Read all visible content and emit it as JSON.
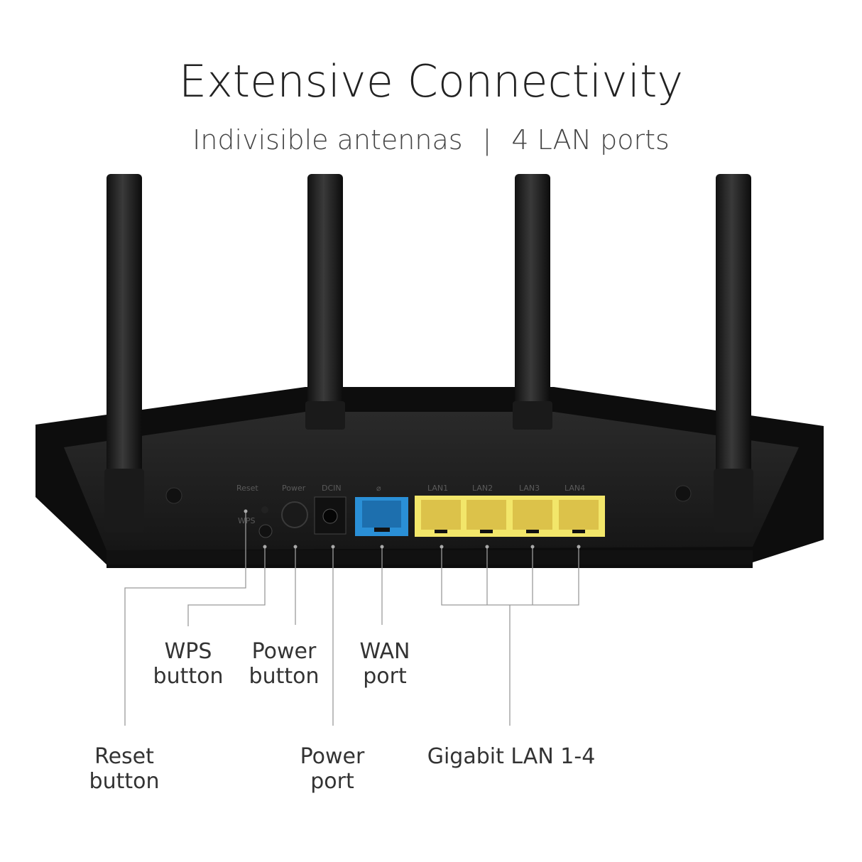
{
  "header": {
    "title": "Extensive Connectivity",
    "subtitle_left": "Indivisible antennas",
    "subtitle_separator": "|",
    "subtitle_right": "4 LAN ports"
  },
  "device_labels": {
    "reset": "Reset",
    "wps": "WPS",
    "power": "Power",
    "dcin": "DCIN",
    "lan1": "LAN1",
    "lan2": "LAN2",
    "lan3": "LAN3",
    "lan4": "LAN4"
  },
  "callouts": {
    "wps_button": [
      "WPS",
      "button"
    ],
    "power_button": [
      "Power",
      "button"
    ],
    "wan_port": [
      "WAN",
      "port"
    ],
    "reset_button": [
      "Reset",
      "button"
    ],
    "power_port": [
      "Power",
      "port"
    ],
    "gigabit_lan": "Gigabit LAN 1-4"
  },
  "colors": {
    "wan_port": "#2a8fd6",
    "lan_ports": "#f2e66a",
    "router_body": "#1c1c1c",
    "leader_lines": "#9a9a9a"
  }
}
